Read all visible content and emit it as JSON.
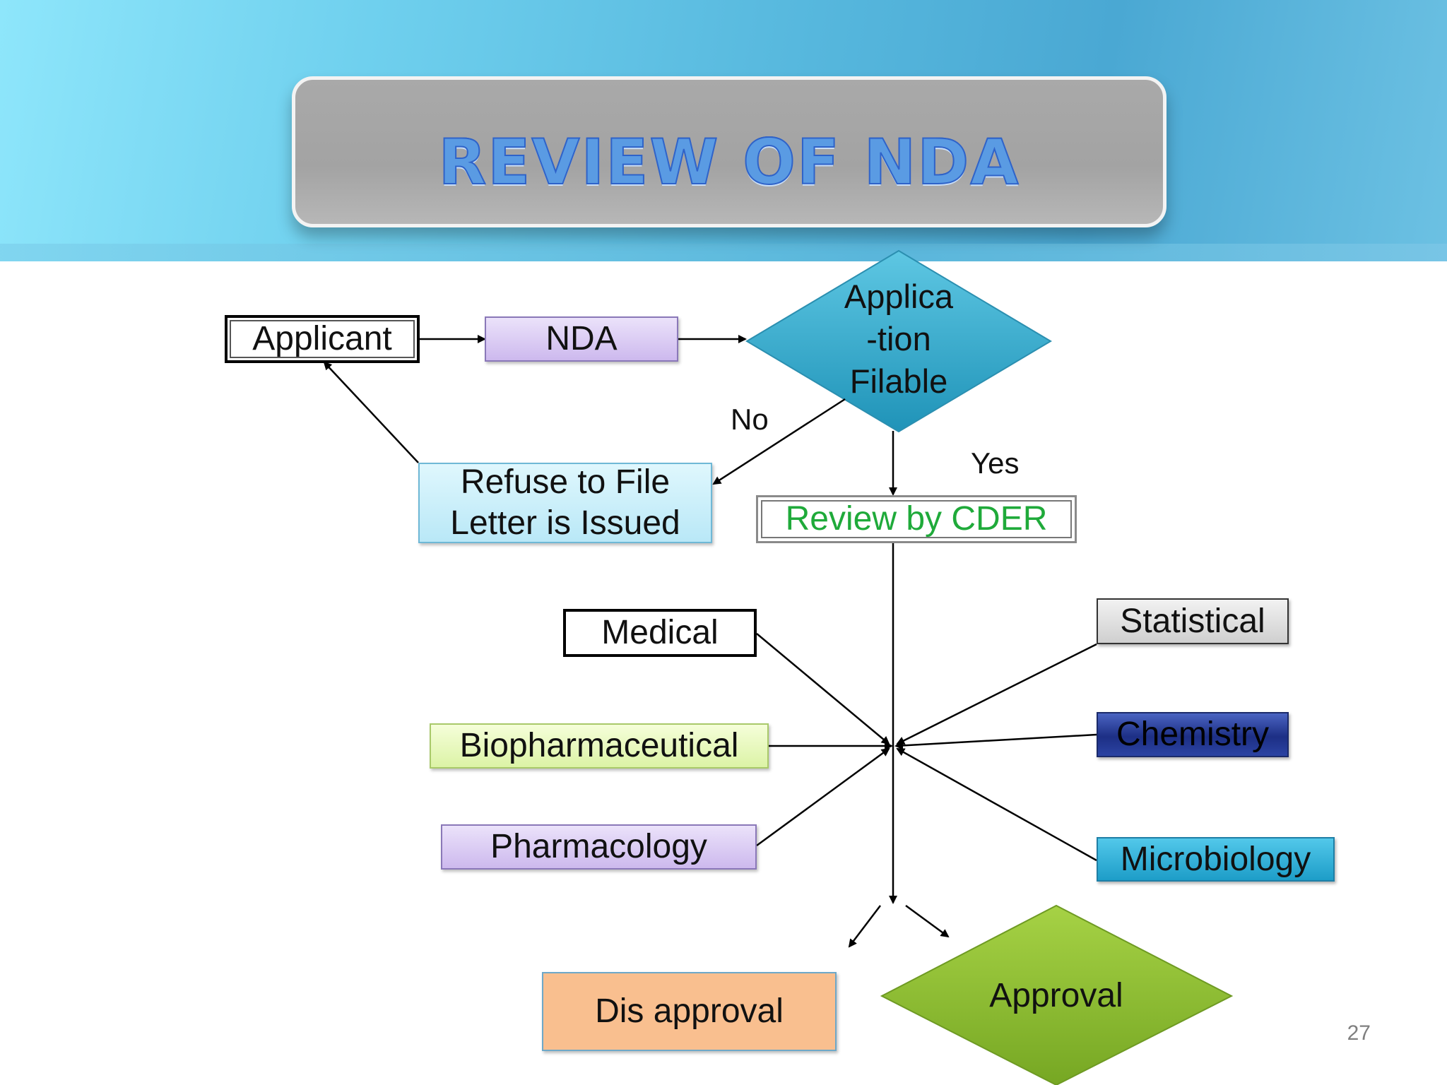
{
  "title": "REVIEW OF NDA",
  "page_number": "27",
  "nodes": {
    "applicant": "Applicant",
    "nda": "NDA",
    "filable": [
      "Applica",
      "-tion",
      "Filable"
    ],
    "refuse": [
      "Refuse to File",
      "Letter is Issued"
    ],
    "cder": "Review by CDER",
    "medical": "Medical",
    "biopharmaceutical": "Biopharmaceutical",
    "pharmacology": "Pharmacology",
    "statistical": "Statistical",
    "chemistry": "Chemistry",
    "microbiology": "Microbiology",
    "disapproval": "Dis approval",
    "approval": "Approval"
  },
  "edge_labels": {
    "no": "No",
    "yes": "Yes"
  },
  "colors": {
    "cder_text": "#1faa3a",
    "diamond_blue": "#2aa8c9",
    "diamond_green": "#8dbf2e",
    "nda_fill": "#d9c8f3",
    "refuse_fill": "#c9f0fb",
    "biopharm_fill": "#eafac0",
    "pharmacology_fill": "#dccdf4",
    "chemistry_fill": "#223a8f",
    "microbiology_fill": "#2fb3d8",
    "disapproval_fill": "#f9bf8f"
  }
}
